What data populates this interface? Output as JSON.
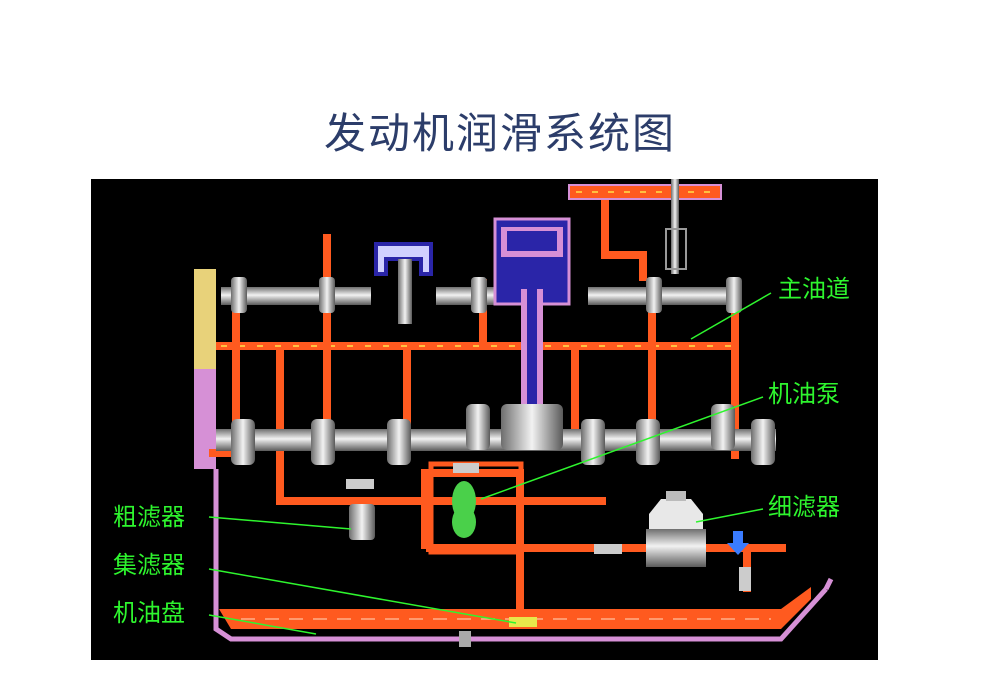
{
  "title": "发动机润滑系统图",
  "labels": {
    "main_gallery": "主油道",
    "oil_pump": "机油泵",
    "fine_filter": "细滤器",
    "coarse_filter": "粗滤器",
    "strainer": "集滤器",
    "oil_pan": "机油盘"
  },
  "colors": {
    "background": "#000000",
    "oil_line": "#ff5a1f",
    "label": "#2ef52e",
    "title": "#2c3d6a",
    "frame": "#d690d6",
    "metal": "#bfbfbf",
    "piston": "#2a25a8",
    "oil_flow_arrow": "#ffe24a"
  }
}
